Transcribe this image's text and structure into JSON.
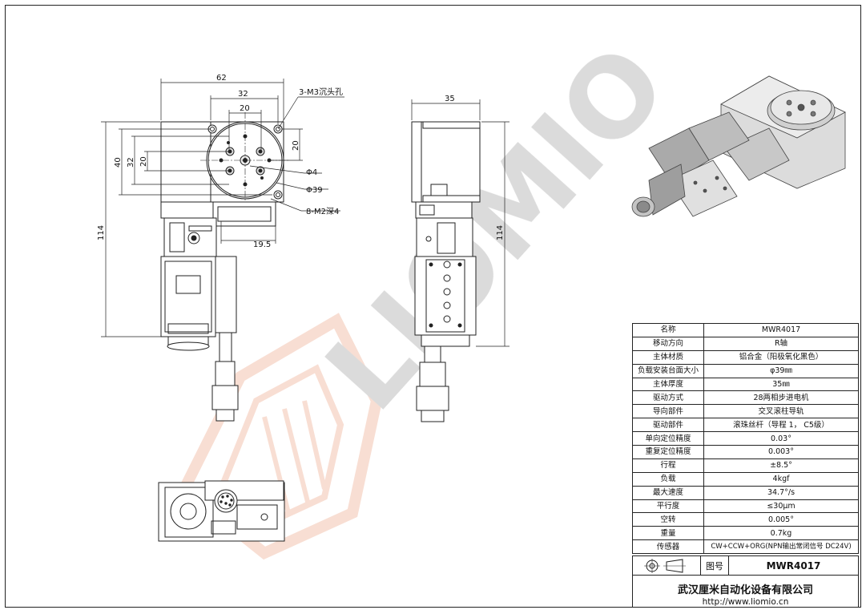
{
  "watermark": {
    "text": "LIOMIO",
    "color": "#bdbdbd",
    "logo_color": "#f2c4b0"
  },
  "front_view": {
    "dims": {
      "width_62": "62",
      "width_32": "32",
      "width_20": "20",
      "height_40": "40",
      "height_32": "32",
      "height_20_left": "20",
      "height_20_right": "20",
      "height_114": "114",
      "offset_19_5": "19.5",
      "hole_3m3": "3-M3沉头孔",
      "dia_4": "Φ4",
      "dia_39": "Φ39",
      "hole_8m2": "8-M2深4"
    }
  },
  "side_view": {
    "dims": {
      "width_35": "35",
      "height_114": "114"
    }
  },
  "spec_table": [
    {
      "key": "名称",
      "value": "MWR4017"
    },
    {
      "key": "移动方向",
      "value": "R轴"
    },
    {
      "key": "主体材质",
      "value": "铝合金（阳极氧化黑色）"
    },
    {
      "key": "负载安装台面大小",
      "value": "φ39㎜"
    },
    {
      "key": "主体厚度",
      "value": "35㎜"
    },
    {
      "key": "驱动方式",
      "value": "28两相步进电机"
    },
    {
      "key": "导向部件",
      "value": "交叉滚柱导轨"
    },
    {
      "key": "驱动部件",
      "value": "滚珠丝杆（导程 1， C5级）"
    },
    {
      "key": "单向定位精度",
      "value": "0.03°"
    },
    {
      "key": "重复定位精度",
      "value": "0.003°"
    },
    {
      "key": "行程",
      "value": "±8.5°"
    },
    {
      "key": "负载",
      "value": "4kgf"
    },
    {
      "key": "最大速度",
      "value": "34.7°/s"
    },
    {
      "key": "平行度",
      "value": "≤30μm"
    },
    {
      "key": "空转",
      "value": "0.005°"
    },
    {
      "key": "重量",
      "value": "0.7kg"
    },
    {
      "key": "传感器",
      "value": "CW+CCW+ORG(NPN输出常闭信号 DC24V)"
    }
  ],
  "title_block": {
    "drawing_no_label": "图号",
    "model": "MWR4017",
    "company": "武汉厘米自动化设备有限公司",
    "url": "http://www.liomio.cn"
  }
}
